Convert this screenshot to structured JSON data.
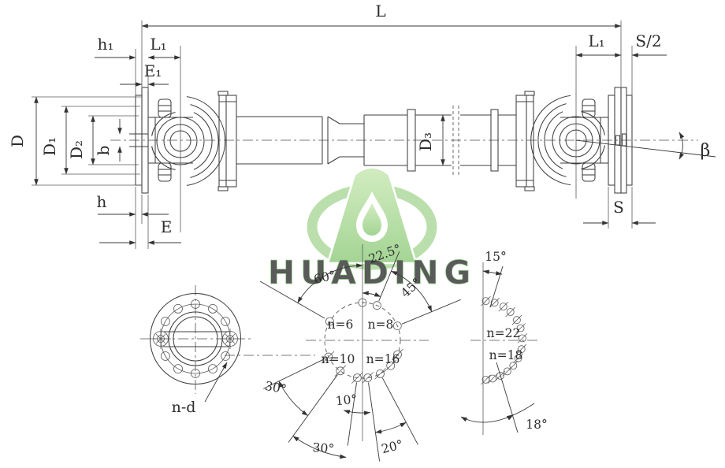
{
  "logo": {
    "text": "HUADING"
  },
  "colors": {
    "line": "#3f3f3f",
    "logo_green": "#8bc977",
    "logo_green_light": "#c6e8b0",
    "logo_text": "#92cd83"
  },
  "shaft_view": {
    "dim_overall_length": "L",
    "dim_h1": "h₁",
    "dim_L1_left": "L₁",
    "dim_E1": "E₁",
    "dim_L1_right": "L₁",
    "dim_S_half": "S/2",
    "dim_D": "D",
    "dim_D1": "D₁",
    "dim_D2": "D₂",
    "dim_b": "b",
    "dim_h": "h",
    "dim_E": "E",
    "dim_D3": "D₃",
    "dim_S": "S",
    "dim_beta": "β"
  },
  "flange_front_view": {
    "bolt_callout": "n-d"
  },
  "bolt_pattern_view": {
    "quadrants": [
      {
        "label": "n=6"
      },
      {
        "label": "n=8"
      },
      {
        "label": "n=10"
      },
      {
        "label": "n=16"
      }
    ],
    "angle_top": "22.5°",
    "angle_upper_left": "60°",
    "angle_upper_right": "45°",
    "angle_lower_left": "30°",
    "angle_bottom_center": "10°",
    "angle_bottom_left": "30°",
    "angle_bottom_right": "20°"
  },
  "bolt_arc_view": {
    "label_upper": "n=22",
    "label_lower": "n=18",
    "angle_top": "15°",
    "angle_bottom": "18°"
  }
}
